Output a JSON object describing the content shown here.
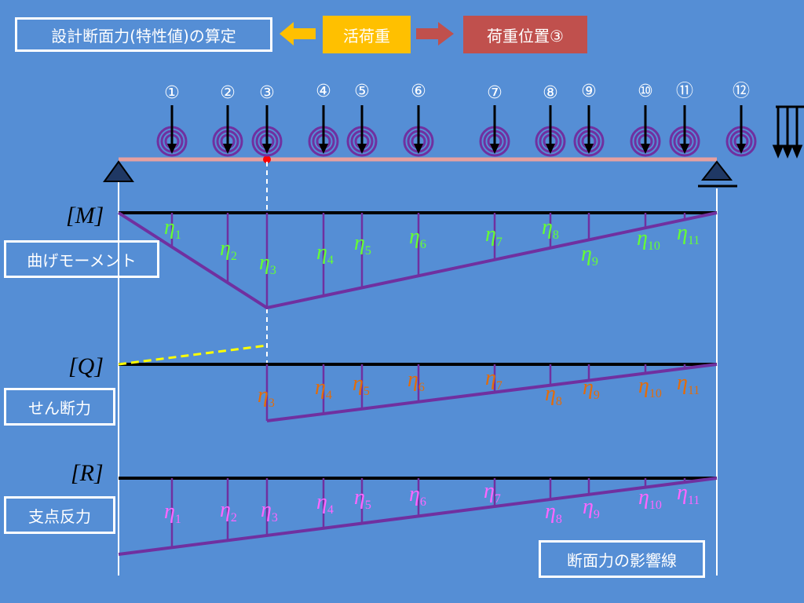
{
  "header": {
    "title": "設計断面力(特性値)の算定",
    "live_load": "活荷重",
    "load_position": "荷重位置③"
  },
  "colors": {
    "background": "#558ed5",
    "live_load_box": "#ffc000",
    "position_box": "#c0504d",
    "influence_line": "#7030a0",
    "beam": "#e6a0a0",
    "moment_eta": "#66ff33",
    "shear_eta": "#e36c09",
    "reaction_eta": "#ff66ff",
    "shear_dashed": "#ffff00"
  },
  "loads": {
    "labels": [
      "①",
      "②",
      "③",
      "④",
      "⑤",
      "⑥",
      "⑦",
      "⑧",
      "⑨",
      "⑩",
      "⑪",
      "⑫"
    ]
  },
  "diagrams": {
    "moment": {
      "bracket_label": "[M]",
      "box_label": "曲げモーメント",
      "etas": [
        "1",
        "2",
        "3",
        "4",
        "5",
        "6",
        "7",
        "8",
        "9",
        "10",
        "11"
      ]
    },
    "shear": {
      "bracket_label": "[Q]",
      "box_label": "せん断力",
      "etas": [
        "3",
        "4",
        "5",
        "6",
        "7",
        "8",
        "9",
        "10",
        "11"
      ]
    },
    "reaction": {
      "bracket_label": "[R]",
      "box_label": "支点反力",
      "etas": [
        "1",
        "2",
        "3",
        "4",
        "5",
        "6",
        "7",
        "8",
        "9",
        "10",
        "11"
      ]
    }
  },
  "footer": {
    "influence_lines": "断面力の影響線"
  }
}
